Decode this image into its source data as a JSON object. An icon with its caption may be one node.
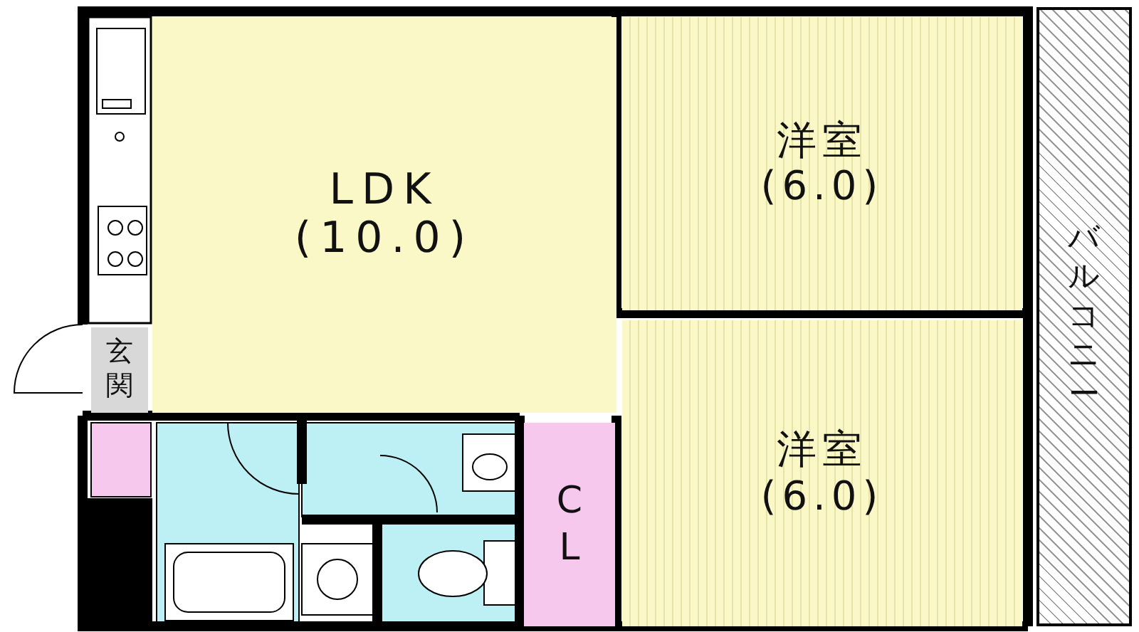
{
  "diagram": {
    "nodes": [
      {
        "text": [
          "LDK",
          "(10.0)"
        ]
      },
      {
        "text": [
          "洋室",
          "(6.0)"
        ]
      },
      {
        "text": [
          "洋室",
          "(6.0)"
        ]
      },
      {
        "text": [
          "玄関"
        ]
      },
      {
        "text": [
          "CL"
        ]
      },
      {
        "text": [
          "バルコニー"
        ]
      }
    ]
  }
}
